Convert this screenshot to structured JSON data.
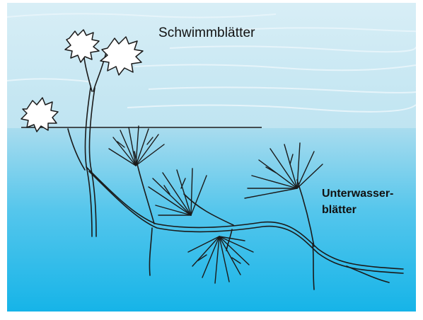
{
  "labels": {
    "floating_leaves": "Schwimmblätter",
    "submerged_leaves_line1": "Unterwasser-",
    "submerged_leaves_line2": "blätter"
  },
  "colors": {
    "sky_top": "#d8eef6",
    "sky_bottom": "#bfe4f1",
    "water_top": "#a9dcee",
    "water_bottom": "#16b4e8",
    "plant_stroke": "#1a1a1a",
    "plant_fill": "#ffffff"
  },
  "icons": {
    "plant": "water-crowfoot-plant-illustration"
  }
}
